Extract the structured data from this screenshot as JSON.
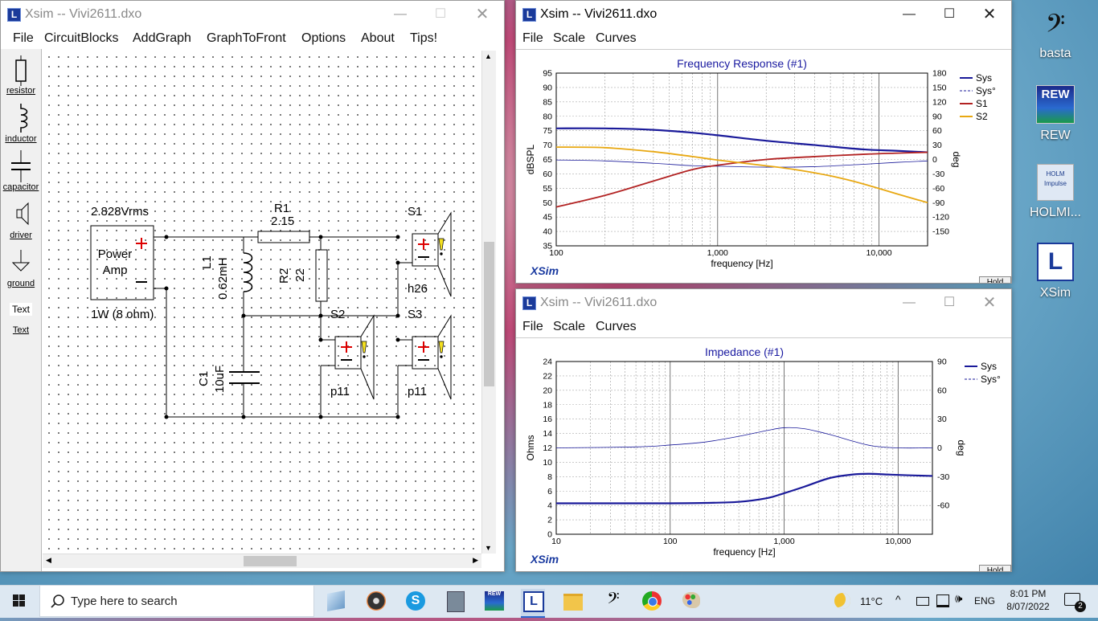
{
  "desktop": {
    "icons": [
      {
        "label": "basta"
      },
      {
        "label": "REW",
        "badge": "REW"
      },
      {
        "label": "HOLMI...",
        "badge": "HOLM Impulse"
      },
      {
        "label": "XSim"
      }
    ]
  },
  "main_window": {
    "title": "Xsim -- Vivi2611.dxo",
    "menu": [
      "File",
      "CircuitBlocks",
      "AddGraph",
      "GraphToFront",
      "Options",
      "About",
      "Tips!"
    ],
    "palette": [
      "resistor",
      "inductor",
      "capacitor",
      "driver",
      "ground",
      "Text"
    ],
    "palette_text_glyph": "Text",
    "circuit": {
      "source_voltage": "2.828Vrms",
      "source_line1": "Power",
      "source_line2": "Amp",
      "source_power": "1W (8 ohm)",
      "r1_name": "R1",
      "r1_value": "2.15",
      "r2_name": "R2",
      "r2_value": "22",
      "l1_name": "L1",
      "l1_value": "0.62mH",
      "c1_name": "C1",
      "c1_value": "10uF",
      "s1_name": "S1",
      "s1_model": "h26",
      "s2_name": "S2",
      "s2_model": "p11",
      "s3_name": "S3",
      "s3_model": "p11"
    }
  },
  "freq_window": {
    "title": "Xsim -- Vivi2611.dxo",
    "menu": [
      "File",
      "Scale",
      "Curves"
    ],
    "brand": "XSim",
    "hold": "Hold",
    "chart_data": {
      "type": "line",
      "title": "Frequency Response (#1)",
      "xlabel": "frequency [Hz]",
      "ylabel": "dBSPL",
      "y2label": "deg",
      "x_scale": "log",
      "xlim": [
        100,
        20000
      ],
      "ylim": [
        35,
        95
      ],
      "y2lim": [
        -180,
        180
      ],
      "xticks": [
        "100",
        "1,000",
        "10,000"
      ],
      "yticks": [
        "95",
        "90",
        "85",
        "80",
        "75",
        "70",
        "65",
        "60",
        "55",
        "50",
        "45",
        "40",
        "35"
      ],
      "y2ticks": [
        "180",
        "150",
        "120",
        "90",
        "60",
        "30",
        "0",
        "-30",
        "-60",
        "-90",
        "-120",
        "-150"
      ],
      "legend_position": "top-right",
      "grid": true,
      "series": [
        {
          "name": "Sys",
          "axis": "left",
          "color": "#1a1a9a",
          "dash": "",
          "width": 2.2,
          "x": [
            100,
            200,
            400,
            700,
            1000,
            2000,
            4000,
            8000,
            13000,
            20000
          ],
          "y": [
            75.8,
            75.8,
            75.3,
            74.3,
            73.4,
            71.5,
            70.0,
            68.5,
            68.0,
            67.5
          ]
        },
        {
          "name": "Sys°",
          "axis": "right",
          "color": "#1a1a9a",
          "dash": "",
          "width": 0.8,
          "x": [
            100,
            200,
            400,
            700,
            1000,
            2000,
            4000,
            8000,
            13000,
            20000
          ],
          "y": [
            -1,
            -3,
            -8,
            -13,
            -14,
            -16,
            -15,
            -10,
            -6,
            -3
          ]
        },
        {
          "name": "S1",
          "axis": "left",
          "color": "#b22222",
          "dash": "",
          "width": 1.8,
          "x": [
            100,
            200,
            400,
            700,
            1000,
            2000,
            4000,
            8000,
            13000,
            20000
          ],
          "y": [
            48.5,
            52.5,
            57.5,
            61.5,
            63.0,
            65.0,
            66.0,
            66.8,
            67.2,
            67.5
          ]
        },
        {
          "name": "S2",
          "axis": "left",
          "color": "#e8a812",
          "dash": "",
          "width": 1.8,
          "x": [
            100,
            200,
            400,
            700,
            1000,
            2000,
            3000,
            5000,
            8000,
            13000,
            20000
          ],
          "y": [
            69.3,
            69.1,
            67.7,
            66.0,
            64.8,
            62.8,
            61.5,
            59.3,
            56.5,
            53.0,
            50.0
          ]
        }
      ]
    }
  },
  "imp_window": {
    "title": "Xsim -- Vivi2611.dxo",
    "menu": [
      "File",
      "Scale",
      "Curves"
    ],
    "brand": "XSim",
    "hold": "Hold",
    "chart_data": {
      "type": "line",
      "title": "Impedance (#1)",
      "xlabel": "frequency [Hz]",
      "ylabel": "Ohms",
      "y2label": "deg",
      "x_scale": "log",
      "xlim": [
        10,
        20000
      ],
      "ylim": [
        0,
        24
      ],
      "y2lim": [
        -90,
        90
      ],
      "xticks": [
        "10",
        "100",
        "1,000",
        "10,000"
      ],
      "yticks": [
        "24",
        "22",
        "20",
        "18",
        "16",
        "14",
        "12",
        "10",
        "8",
        "6",
        "4",
        "2",
        "0"
      ],
      "y2ticks": [
        "90",
        "60",
        "30",
        "0",
        "-30",
        "-60"
      ],
      "legend_position": "top-right",
      "grid": true,
      "series": [
        {
          "name": "Sys",
          "axis": "left",
          "color": "#1a1a9a",
          "dash": "",
          "width": 2.2,
          "x": [
            10,
            50,
            100,
            200,
            400,
            700,
            1000,
            1500,
            2500,
            4000,
            5500,
            8000,
            12000,
            20000
          ],
          "y": [
            4.3,
            4.3,
            4.3,
            4.35,
            4.5,
            5.0,
            5.7,
            6.6,
            7.8,
            8.3,
            8.4,
            8.3,
            8.2,
            8.1
          ]
        },
        {
          "name": "Sys°",
          "axis": "right",
          "color": "#1a1a9a",
          "dash": "",
          "width": 0.8,
          "x": [
            10,
            50,
            100,
            200,
            400,
            700,
            1000,
            1500,
            2500,
            4000,
            6000,
            10000,
            20000
          ],
          "y": [
            0,
            1,
            3,
            6,
            12,
            18,
            21,
            20,
            14,
            7,
            2,
            0,
            0
          ]
        }
      ]
    }
  },
  "taskbar": {
    "search_placeholder": "Type here to search",
    "weather": "11°C",
    "language": "ENG",
    "time": "8:01 PM",
    "date": "8/07/2022",
    "notifications": "2"
  }
}
